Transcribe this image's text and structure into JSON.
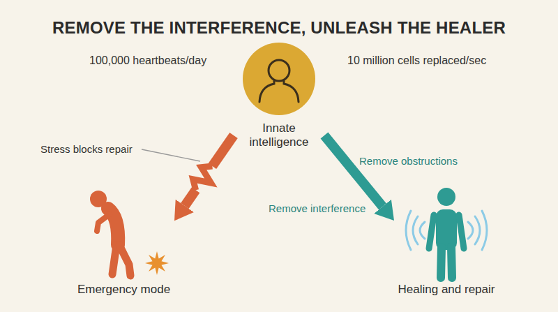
{
  "diagram": {
    "title": "REMOVE THE INTERFERENCE, UNLEASH THE HEALER",
    "nodes": [
      {
        "text": [
          "Innate intelligence"
        ]
      },
      {
        "text": [
          "Emergency mode"
        ]
      },
      {
        "text": [
          "Healing and repair"
        ]
      }
    ],
    "edges": [
      {
        "from": 0,
        "to": 1,
        "arrow": "to"
      },
      {
        "from": 0,
        "to": 2,
        "arrow": "to"
      }
    ],
    "labels": [
      "100,000 heartbeats/day",
      "10 million cells replaced/sec",
      "Stress blocks repair",
      "Remove obstructions",
      "Remove interference"
    ]
  }
}
